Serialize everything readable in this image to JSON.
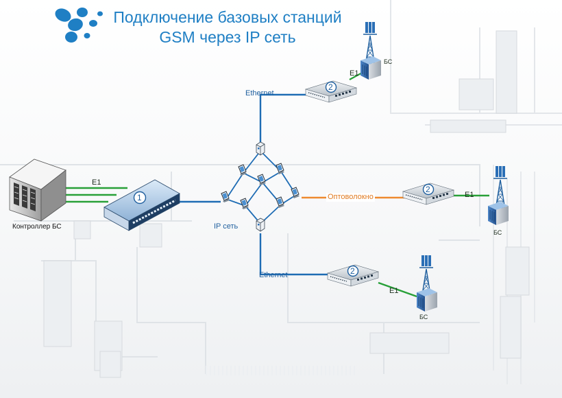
{
  "title": {
    "line1": "Подключение базовых станций",
    "line2": "GSM через IP сеть"
  },
  "colors": {
    "title": "#1f7fc4",
    "ethernet_link": "#1e6cb4",
    "e1_link": "#28a038",
    "fiber_link": "#ee8a2e",
    "logo": "#1f7fc4"
  },
  "icons": [
    "logo",
    "bts-controller",
    "switch",
    "router",
    "ip-cloud-node",
    "ip-cloud-pc",
    "radio-tower",
    "bts-cabinet"
  ],
  "labels": {
    "controller": "Контроллер БС",
    "e1": "E1",
    "ip_net": "IP сеть",
    "ethernet": "Ethernet",
    "fiber": "Оптоволокно",
    "bs": "БС"
  },
  "badges": {
    "switch": "1",
    "router": "2"
  }
}
